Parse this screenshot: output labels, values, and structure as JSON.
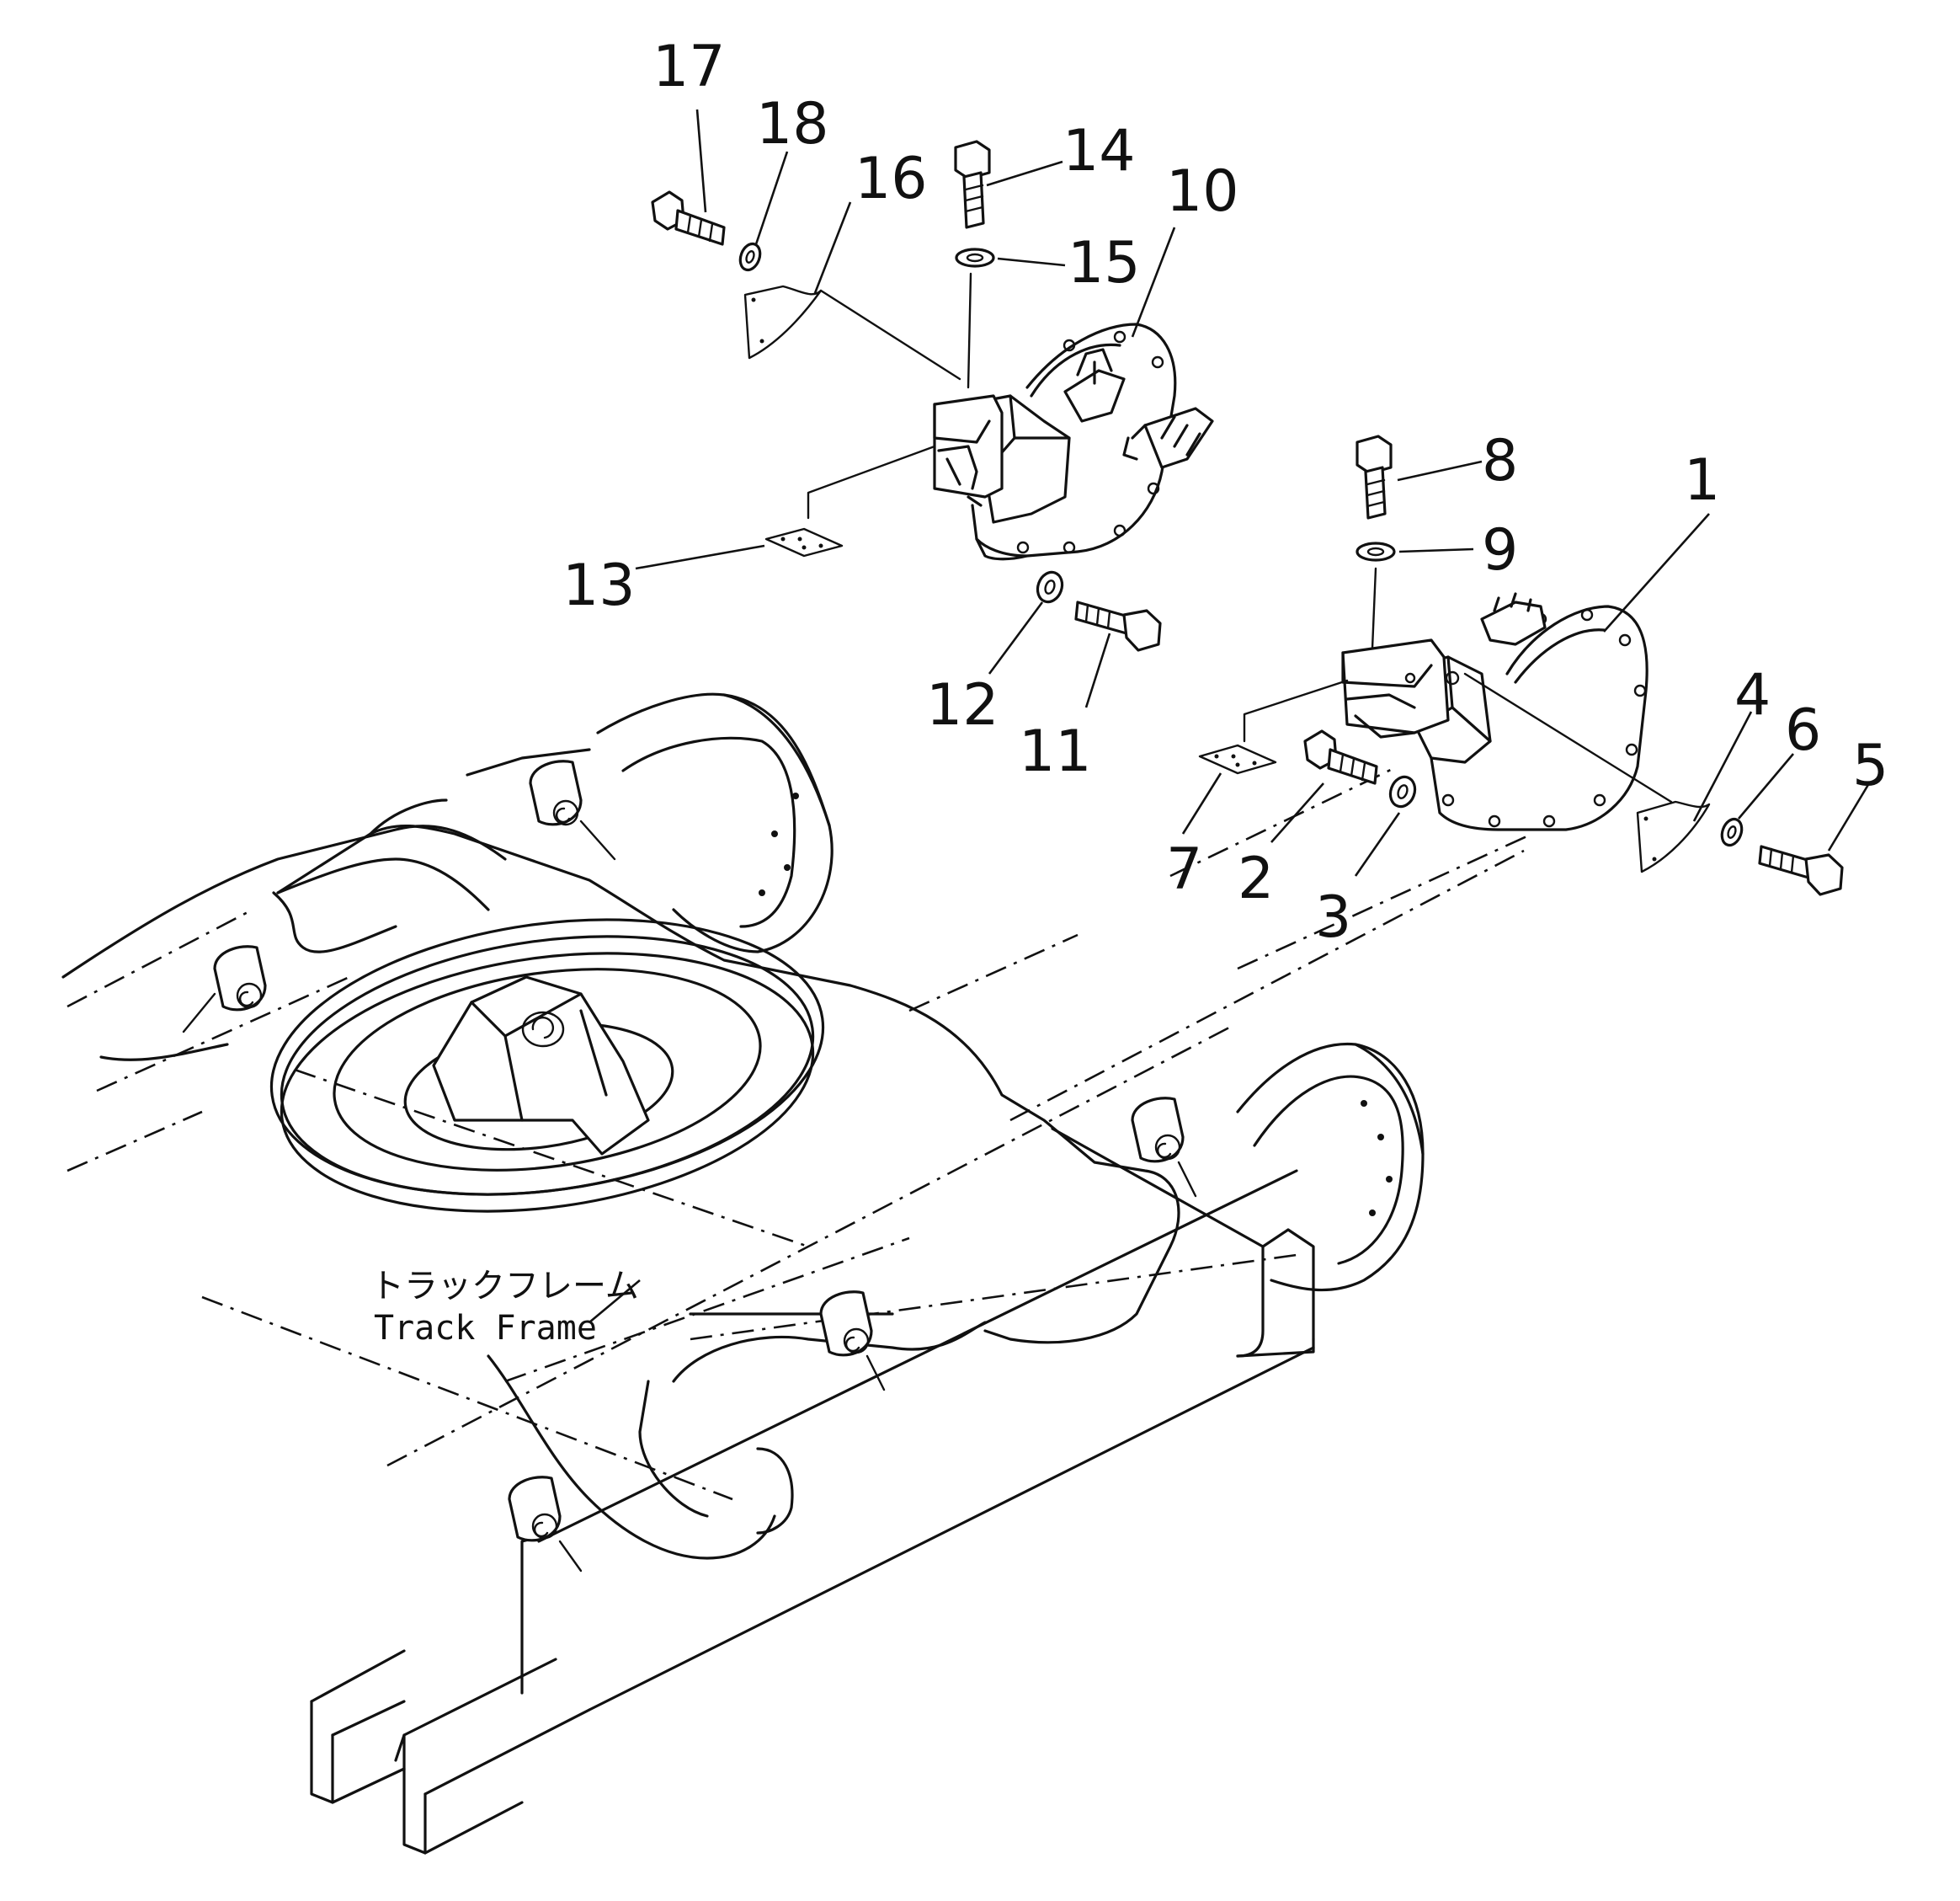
{
  "frame_label": {
    "jp": "トラックフレーム",
    "en": "Track Frame"
  },
  "callouts": [
    {
      "id": "c1",
      "label": "1"
    },
    {
      "id": "c2",
      "label": "2"
    },
    {
      "id": "c3",
      "label": "3"
    },
    {
      "id": "c4",
      "label": "4"
    },
    {
      "id": "c5",
      "label": "5"
    },
    {
      "id": "c6",
      "label": "6"
    },
    {
      "id": "c7",
      "label": "7"
    },
    {
      "id": "c8",
      "label": "8"
    },
    {
      "id": "c9",
      "label": "9"
    },
    {
      "id": "c10",
      "label": "10"
    },
    {
      "id": "c11",
      "label": "11"
    },
    {
      "id": "c12",
      "label": "12"
    },
    {
      "id": "c13",
      "label": "13"
    },
    {
      "id": "c14",
      "label": "14"
    },
    {
      "id": "c15",
      "label": "15"
    },
    {
      "id": "c16",
      "label": "16"
    },
    {
      "id": "c17",
      "label": "17"
    },
    {
      "id": "c18",
      "label": "18"
    }
  ]
}
